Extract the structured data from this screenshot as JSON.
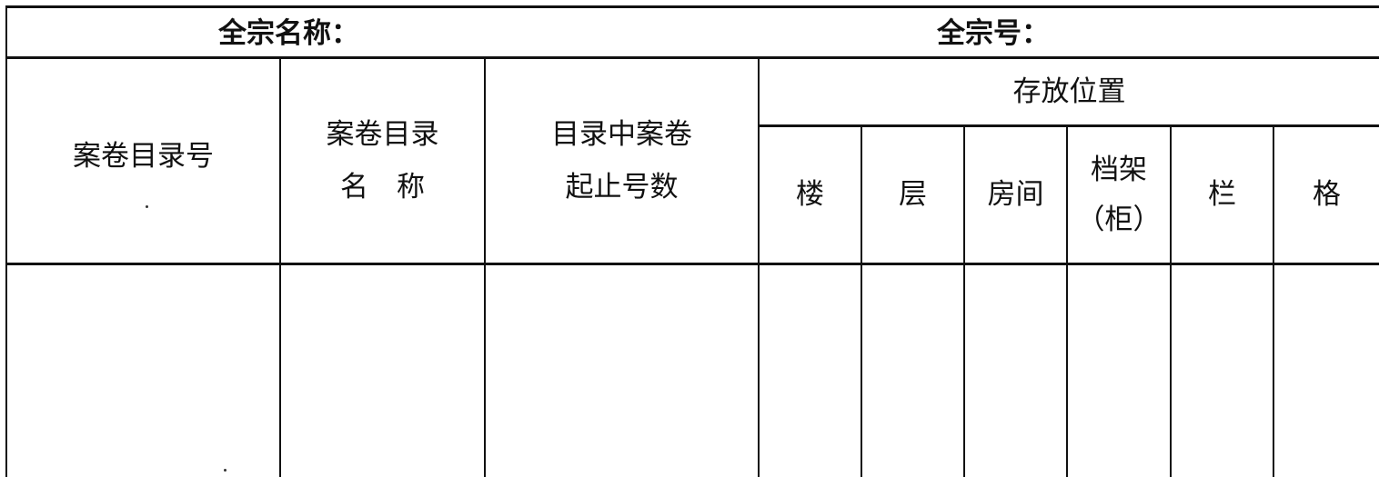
{
  "header": {
    "fonds_name_label": "全宗名称：",
    "fonds_number_label": "全宗号："
  },
  "columns": {
    "catalog_number": "案卷目录号",
    "catalog_name_line1": "案卷目录",
    "catalog_name_line2": "名　称",
    "range_line1": "目录中案卷",
    "range_line2": "起止号数",
    "storage_location": "存放位置",
    "building": "楼",
    "floor": "层",
    "room": "房间",
    "shelf_line1": "档架",
    "shelf_line2": "（柜）",
    "column": "栏",
    "compartment": "格"
  }
}
